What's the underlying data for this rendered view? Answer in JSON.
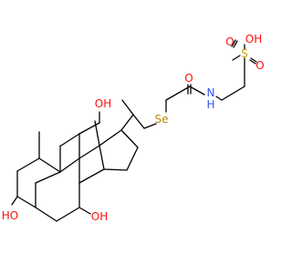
{
  "colors": {
    "bond": "#000000",
    "O": "#ff0d0d",
    "N": "#3050f8",
    "S": "#c9a400",
    "Se": "#b8860b"
  },
  "labels": {
    "oh_top": "OH",
    "s": "S",
    "o_sulfonyl_1": "O",
    "o_sulfonyl_2": "O",
    "o_amide": "O",
    "nh": "N",
    "nh_h": "H",
    "se": "Se",
    "oh_12": "OH",
    "ho_3": "HO",
    "oh_7": "OH"
  }
}
